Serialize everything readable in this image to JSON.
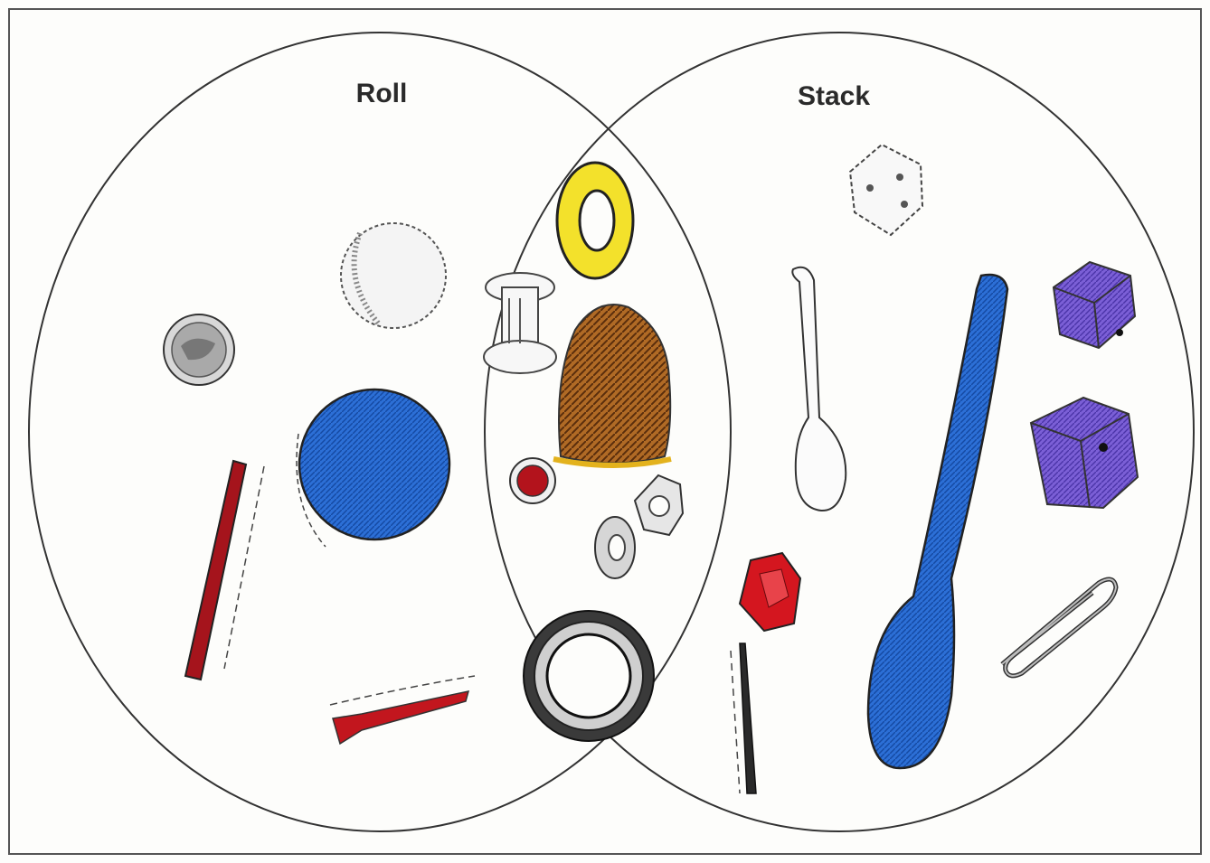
{
  "diagram": {
    "type": "venn",
    "sets": [
      {
        "name": "roll",
        "label": "Roll"
      },
      {
        "name": "stack",
        "label": "Stack"
      }
    ],
    "items": {
      "roll_only": [
        "coin",
        "marble-white",
        "marble-blue",
        "crayon-red",
        "golf-tee-red"
      ],
      "both": [
        "washer-yellow",
        "spool",
        "thimble",
        "bead-red",
        "hex-nut",
        "washer-small",
        "tire"
      ],
      "stack_only": [
        "die-white",
        "spoon-white",
        "spoon-blue",
        "cube-purple-small",
        "cube-purple-large",
        "gem-red",
        "bobby-pin",
        "paper-clip"
      ]
    }
  },
  "colors": {
    "background": "#fdfdfb",
    "outline": "#333333",
    "blue": "#1f5fc4",
    "red": "#b3131c",
    "yellow": "#f2e22a",
    "brown": "#8a4a1a",
    "purple": "#6a4bc8",
    "gray": "#8a8a8a"
  }
}
